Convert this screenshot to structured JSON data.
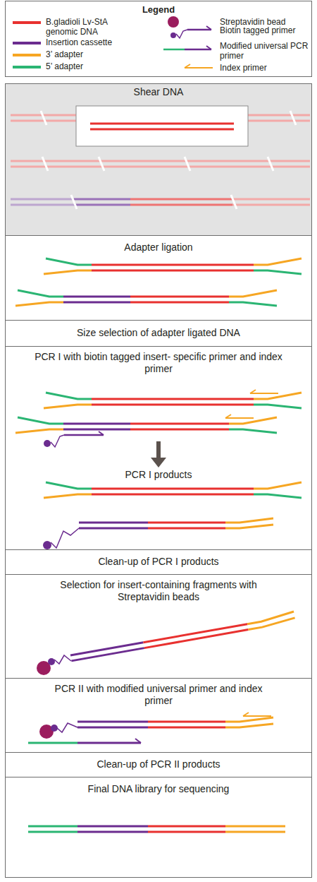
{
  "diagram": {
    "nodes": [
      {
        "text": [
          "Legend"
        ]
      },
      {
        "text": [
          "Shear DNA"
        ]
      },
      {
        "text": [
          "Adapter ligation"
        ]
      },
      {
        "text": [
          "Size selection of adapter ligated DNA"
        ]
      },
      {
        "text": [
          "PCR I with biotin tagged insert- specific primer and index primer"
        ]
      },
      {
        "text": [
          "Clean-up of PCR I products"
        ]
      },
      {
        "text": [
          "Selection for insert-containing fragments with Streptavidin beads"
        ]
      },
      {
        "text": [
          "PCR II with modified universal primer and index primer"
        ]
      },
      {
        "text": [
          "Clean-up of PCR II products"
        ]
      },
      {
        "text": [
          "Final DNA library for sequencing"
        ]
      }
    ],
    "labels": [
      "PCR I products"
    ],
    "legend": [
      {
        "text": "B.gladioli Lv-StA genomic DNA",
        "color": "#e8312f"
      },
      {
        "text": "Insertion cassette",
        "color": "#6b2c8f"
      },
      {
        "text": "3’ adapter",
        "color": "#f6a623"
      },
      {
        "text": "5’ adapter",
        "color": "#2bb573"
      },
      {
        "text": "Streptavidin bead",
        "color": "#9b1d5e"
      },
      {
        "text": "Biotin tagged primer"
      },
      {
        "text": "Modified universal PCR primer"
      },
      {
        "text": "Index primer"
      }
    ]
  }
}
